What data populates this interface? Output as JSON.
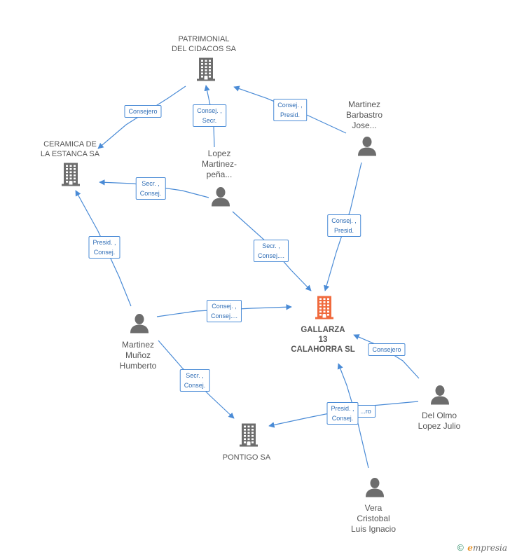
{
  "colors": {
    "edge": "#4a8bd6",
    "company": "#6d6d6d",
    "main_company": "#f06a3d",
    "person": "#6d6d6d"
  },
  "nodes": {
    "patrimonial": {
      "type": "company",
      "lines": [
        "PATRIMONIAL",
        "DEL CIDACOS SA"
      ]
    },
    "ceramica": {
      "type": "company",
      "lines": [
        "CERAMICA DE",
        "LA ESTANCA SA"
      ]
    },
    "gallarza": {
      "type": "main-company",
      "lines": [
        "GALLARZA",
        "13",
        "CALAHORRA SL"
      ]
    },
    "pontigo": {
      "type": "company",
      "lines": [
        "PONTIGO SA"
      ]
    },
    "martinez_barbastro": {
      "type": "person",
      "lines": [
        "Martinez",
        "Barbastro",
        "Jose..."
      ]
    },
    "lopez": {
      "type": "person",
      "lines": [
        "Lopez",
        "Martinez-",
        "peña..."
      ]
    },
    "martinez_munoz": {
      "type": "person",
      "lines": [
        "Martinez",
        "Muñoz",
        "Humberto"
      ]
    },
    "del_olmo": {
      "type": "person",
      "lines": [
        "Del Olmo",
        "Lopez Julio"
      ]
    },
    "vera": {
      "type": "person",
      "lines": [
        "Vera",
        "Cristobal",
        "Luis Ignacio"
      ]
    }
  },
  "edges": [
    {
      "from": "patrimonial",
      "to": "ceramica",
      "label": [
        "Consejero"
      ]
    },
    {
      "from": "lopez",
      "to": "patrimonial",
      "label": [
        "Consej. ,",
        "Secr."
      ]
    },
    {
      "from": "martinez_barbastro",
      "to": "patrimonial",
      "label": [
        "Consej. ,",
        "Presid."
      ]
    },
    {
      "from": "lopez",
      "to": "ceramica",
      "label": [
        "Secr. ,",
        "Consej."
      ]
    },
    {
      "from": "martinez_barbastro",
      "to": "gallarza",
      "label": [
        "Consej. ,",
        "Presid."
      ]
    },
    {
      "from": "lopez",
      "to": "gallarza",
      "label": [
        "Secr. ,",
        "Consej...."
      ]
    },
    {
      "from": "martinez_munoz",
      "to": "ceramica",
      "label": [
        "Presid. ,",
        "Consej."
      ]
    },
    {
      "from": "martinez_munoz",
      "to": "gallarza",
      "label": [
        "Consej. ,",
        "Consej...."
      ]
    },
    {
      "from": "martinez_munoz",
      "to": "pontigo",
      "label": [
        "Secr. ,",
        "Consej."
      ]
    },
    {
      "from": "del_olmo",
      "to": "gallarza",
      "label": [
        "Consejero"
      ]
    },
    {
      "from": "del_olmo",
      "to": "pontigo",
      "label": [
        "...ro"
      ]
    },
    {
      "from": "vera",
      "to": "gallarza",
      "label": [
        "Presid. ,",
        "Consej."
      ]
    }
  ],
  "watermark": {
    "copyright": "©",
    "brand_initial": "e",
    "brand_rest": "mpresia"
  }
}
